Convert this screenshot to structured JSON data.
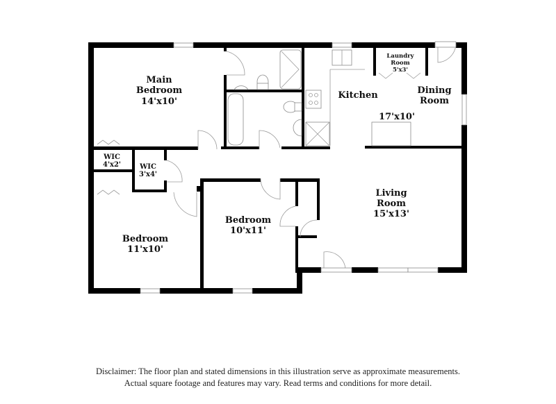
{
  "rooms": [
    {
      "id": "main-bedroom",
      "name_line1": "Main",
      "name_line2": "Bedroom",
      "dims": "14'x10'"
    },
    {
      "id": "kitchen",
      "name_line1": "Kitchen"
    },
    {
      "id": "laundry",
      "name_line1": "Laundry",
      "name_line2": "Room",
      "dims": "5'x3'"
    },
    {
      "id": "dining",
      "name_line1": "Dining",
      "name_line2": "Room"
    },
    {
      "id": "kitchen-dining-dims",
      "dims": "17'x10'"
    },
    {
      "id": "wic-1",
      "name_line1": "WIC",
      "dims": "4'x2'"
    },
    {
      "id": "wic-2",
      "name_line1": "WIC",
      "dims": "3'x4'"
    },
    {
      "id": "bedroom-1",
      "name_line1": "Bedroom",
      "dims": "11'x10'"
    },
    {
      "id": "bedroom-2",
      "name_line1": "Bedroom",
      "dims": "10'x11'"
    },
    {
      "id": "living",
      "name_line1": "Living",
      "name_line2": "Room",
      "dims": "15'x13'"
    }
  ],
  "disclaimer": {
    "line1": "Disclaimer: The floor plan and stated dimensions in this illustration serve as approximate measurements.",
    "line2": "Actual square footage and features may vary. Read terms and conditions for more detail."
  },
  "colors": {
    "wall": "#000000",
    "fixture": "#8a8a8a",
    "background": "#ffffff"
  }
}
